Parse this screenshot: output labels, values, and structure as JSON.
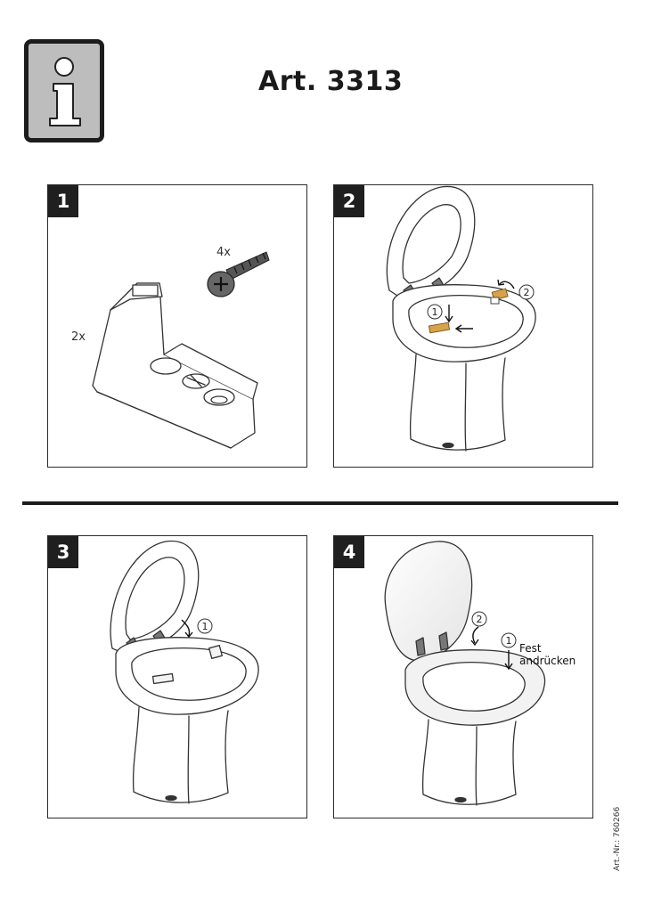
{
  "header": {
    "info_icon": "info-icon",
    "title": "Art. 3313"
  },
  "steps": [
    {
      "number": "1",
      "qty_bracket": "2x",
      "qty_screw": "4x"
    },
    {
      "number": "2",
      "callout_1": "1",
      "callout_2": "2"
    },
    {
      "number": "3",
      "callout_1": "1"
    },
    {
      "number": "4",
      "callout_1": "1",
      "callout_2": "2",
      "note_line1": "Fest",
      "note_line2": "andrücken"
    }
  ],
  "footer": {
    "article_number": "Art.-Nr.: 760266"
  },
  "colors": {
    "ink": "#1c1c1c",
    "icon_bg": "#bdbdbd",
    "part_accent": "#d9a24a"
  }
}
